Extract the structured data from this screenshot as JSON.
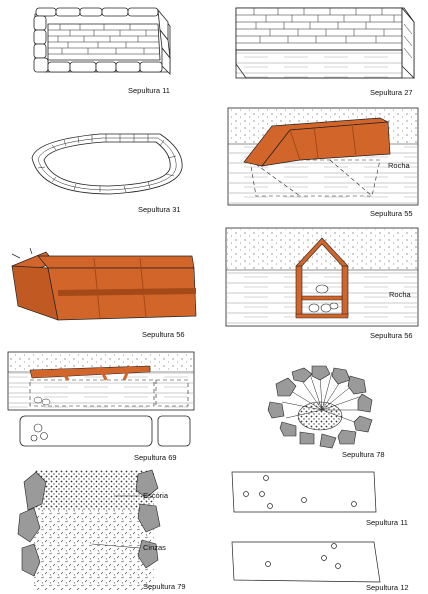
{
  "colors": {
    "tile": "#D2652A",
    "tile_dark": "#A44A18",
    "stone": "#9A9A9A",
    "line": "#222222",
    "soil": "#F3F3F3"
  },
  "captions": {
    "s11a": "Sepultura 11",
    "s27": "Sepultura 27",
    "s31": "Sepultura 31",
    "s55": "Sepultura 55",
    "s56a": "Sepultura 56",
    "s56b": "Sepultura 56",
    "s69": "Sepultura 69",
    "s78": "Sepultura 78",
    "s79": "Sepultura 79",
    "s11b": "Sepultura 11",
    "s12": "Sepultura 12"
  },
  "labels": {
    "rocha55": "Rocha",
    "rocha56": "Rocha",
    "escoria": "Escória",
    "cinzas": "Cinzas"
  }
}
